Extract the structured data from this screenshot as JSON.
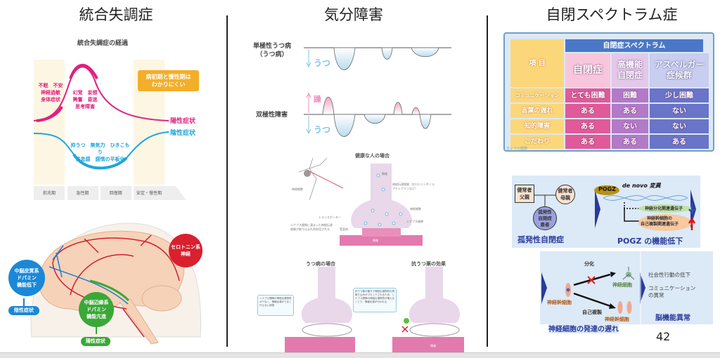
{
  "columns": {
    "schizophrenia": "統合失調症",
    "mood": "気分障害",
    "asd": "自閉スペクトラム症"
  },
  "course": {
    "title": "統合失調症の経過",
    "prodromal_symptoms": [
      "不眠　不安",
      "神経過敏",
      "身体症状"
    ],
    "acute_symptoms": [
      "幻覚　妄想",
      "興奮　昏迷",
      "思考障害"
    ],
    "negative_symptoms": [
      "抑うつ　無気力　ひきこもり",
      "倦怠感　感情の平板化"
    ],
    "note": [
      "病初期と慢性期は",
      "わかりにくい"
    ],
    "positive_label": "陽性症状",
    "negative_label": "陰性症状",
    "phases": [
      "前兆期",
      "急性期",
      "回復期",
      "安定・慢性期"
    ]
  },
  "brain": {
    "mesocortical": [
      "中脳皮質系",
      "ドパミン",
      "機能低下"
    ],
    "mesocortical_result": "陰性症状",
    "mesolimbic": [
      "中脳辺縁系",
      "ドパミン",
      "機能亢進"
    ],
    "mesolimbic_result": "陽性症状",
    "serotonin": [
      "セロトニン系",
      "神経"
    ]
  },
  "mood": {
    "unipolar": [
      "単極性うつ病",
      "（うつ病）"
    ],
    "bipolar": "双極性障害",
    "depression": "うつ",
    "mania": "躁",
    "healthy_title": "健康な人の場合",
    "healthy_labels": {
      "neuron": "神経細胞",
      "info": "情報",
      "transmitter": "神経伝達物質（セロトニンやノルアドレナリンなど）",
      "neuron2": "神経細胞",
      "transporter": "トランスポーター",
      "reuptake": "シナプス間隙に溜まった神経伝達物質が取り込まれ再利用される",
      "cleft": "シナプス間隙",
      "receptor": "受容体",
      "info2": "情報"
    },
    "depressed_title": "うつ病の場合",
    "depressed_note": "シナプス間隙の神経伝達物質が少なく、情報伝達がうまく行えない状態",
    "drug_title": "抗うつ薬の効果",
    "drug_note": "抗うつ薬の働きで神経伝達物質の再取り込みがブロックされるため、シナプス間隙の神経伝達物質が増えることで、情報伝達が行われる",
    "info": "情報"
  },
  "asd_table": {
    "spectrum": "自閉症スペクトラム",
    "item": "項 目",
    "headers": [
      "自閉症",
      "高機能\n自閉症",
      "アスペルガー\n症候群"
    ],
    "rows": [
      {
        "label": "コミュニケーション",
        "values": [
          "とても困難",
          "困難",
          "少し困難"
        ]
      },
      {
        "label": "言葉の遅れ",
        "values": [
          "ある",
          "ある",
          "ない"
        ]
      },
      {
        "label": "知的障害",
        "values": [
          "ある",
          "ない",
          "ない"
        ]
      },
      {
        "label": "こだわり",
        "values": [
          "ある",
          "ある",
          "ある"
        ]
      }
    ]
  },
  "pogz": {
    "father": [
      "健常者",
      "父親"
    ],
    "mother": [
      "健常者",
      "母親"
    ],
    "patient": [
      "孤発性",
      "自閉症",
      "患者"
    ],
    "sporadic": "孤発性自閉症",
    "gene": "POGZ",
    "mutation": "de novo 変異",
    "diff_genes": "神経分化関連遺伝子",
    "self_genes": [
      "神経幹細胞の",
      "自己複製関連遺伝子"
    ],
    "loss": "POGZ の機能低下",
    "differentiation": "分化",
    "neuron": "神経細胞",
    "stem": "神経幹細胞",
    "self_renewal": "自己複製",
    "stem2": "神経幹細胞",
    "delay": "神経細胞の発達の遅れ",
    "social": "社会性行動の低下",
    "communication": [
      "コミュニケーション",
      "の異常"
    ],
    "brain": "脳機能異常"
  },
  "page_number": "42"
}
